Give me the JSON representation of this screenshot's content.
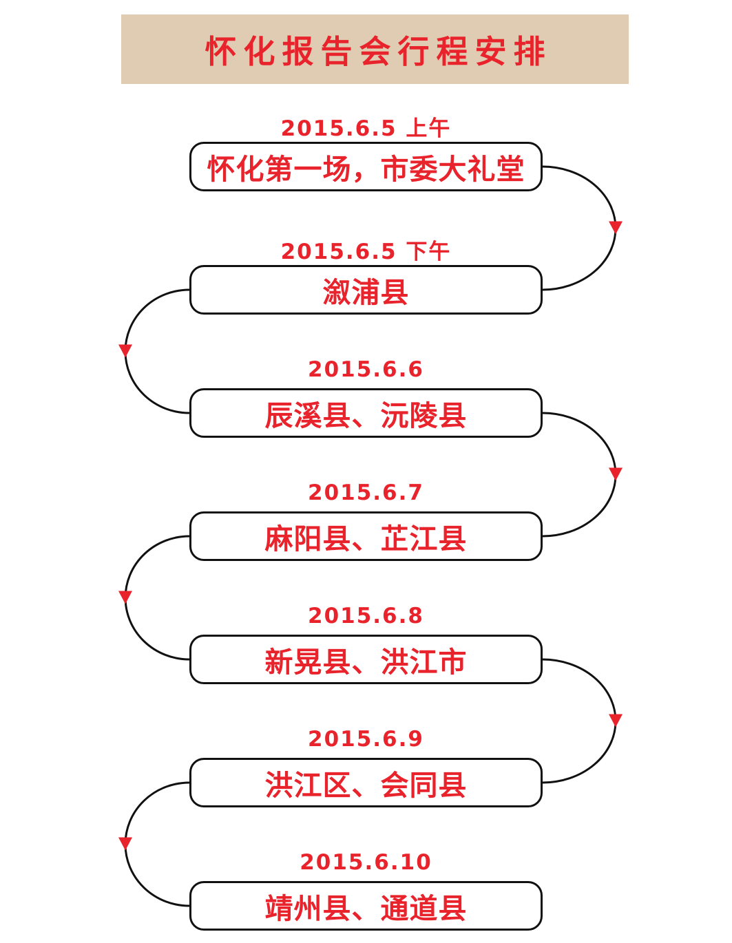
{
  "title": "怀化报告会行程安排",
  "colors": {
    "accent_red": "#e8232c",
    "banner_bg": "#e0ccb2",
    "line_black": "#111111"
  },
  "schedule": [
    {
      "date": "2015.6.5 上午",
      "location": "怀化第一场，市委大礼堂"
    },
    {
      "date": "2015.6.5 下午",
      "location": "溆浦县"
    },
    {
      "date": "2015.6.6",
      "location": "辰溪县、沅陵县"
    },
    {
      "date": "2015.6.7",
      "location": "麻阳县、芷江县"
    },
    {
      "date": "2015.6.8",
      "location": "新晃县、洪江市"
    },
    {
      "date": "2015.6.9",
      "location": "洪江区、会同县"
    },
    {
      "date": "2015.6.10",
      "location": "靖州县、通道县"
    }
  ],
  "connectors": [
    {
      "from": 0,
      "to": 1,
      "side": "right"
    },
    {
      "from": 1,
      "to": 2,
      "side": "left"
    },
    {
      "from": 2,
      "to": 3,
      "side": "right"
    },
    {
      "from": 3,
      "to": 4,
      "side": "left"
    },
    {
      "from": 4,
      "to": 5,
      "side": "right"
    },
    {
      "from": 5,
      "to": 6,
      "side": "left"
    }
  ]
}
